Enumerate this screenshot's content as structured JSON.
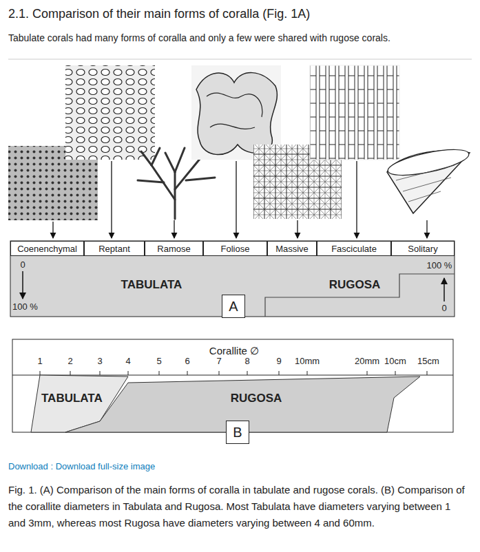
{
  "diagram": {
    "title": "2.1. Comparison of their main forms of coralla (Fig. 1A)",
    "caption": "Fig. 1. (A) Comparison of the main forms of coralla in tabulate and rugose corals. (B) Comparison of the corallite diameters in Tabulata and Rugosa. Most Tabulata have diameters varying between 1 and 3mm, whereas most Rugosa have diameters varying between 4 and 60mm.",
    "nodes": [
      {
        "text": [
          "Coenenchymal"
        ]
      },
      {
        "text": [
          "Reptant"
        ]
      },
      {
        "text": [
          "Ramose"
        ]
      },
      {
        "text": [
          "Foliose"
        ]
      },
      {
        "text": [
          "Massive"
        ]
      },
      {
        "text": [
          "Fasciculate"
        ]
      },
      {
        "text": [
          "Solitary"
        ]
      },
      {
        "text": [
          "A"
        ]
      },
      {
        "text": [
          "B"
        ]
      }
    ],
    "labels": [
      "Tabulate corals had many forms of coralla and only a few were shared with rugose corals.",
      "0",
      "100 %",
      "TABULATA",
      "RUGOSA",
      "100 %",
      "0",
      "Corallite ∅",
      "1",
      "2",
      "3",
      "4",
      "5",
      "6",
      "7",
      "8",
      "9",
      "10mm",
      "20mm",
      "10cm",
      "15cm",
      "TABULATA",
      "RUGOSA",
      "Download : Download full-size image"
    ]
  }
}
